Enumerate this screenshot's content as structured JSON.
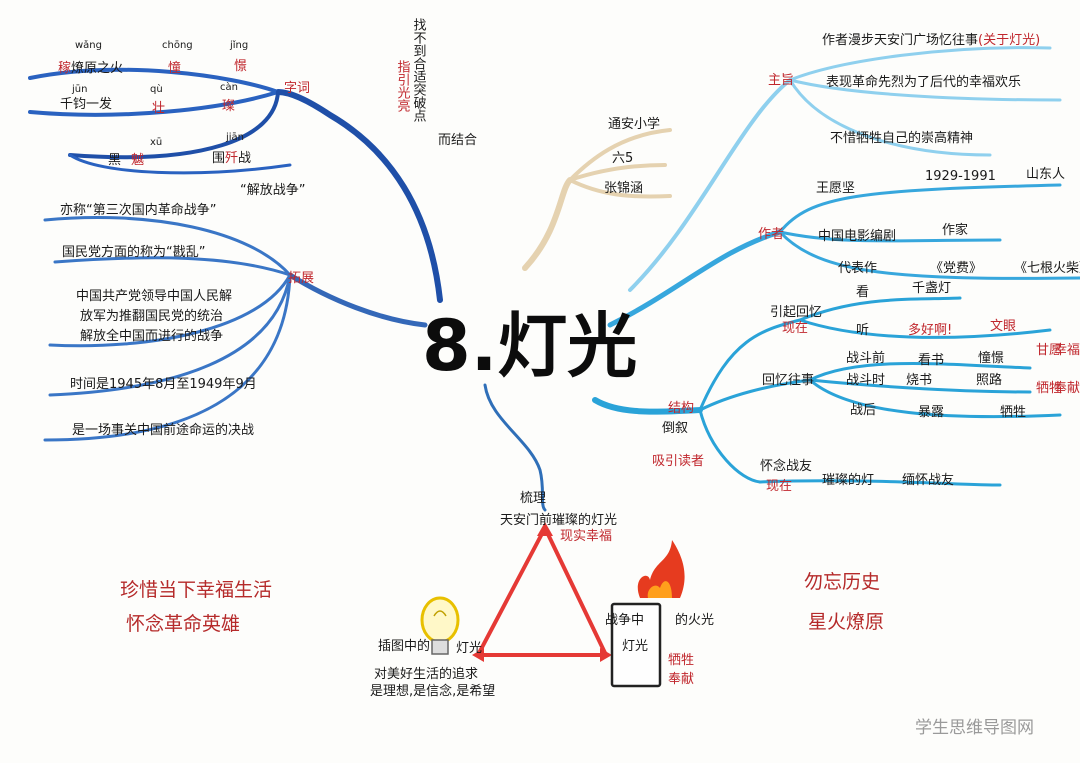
{
  "title": "8.灯光",
  "colors": {
    "dark_blue": "#1f4fa8",
    "mid_blue": "#2f72c4",
    "light_blue": "#36a9dc",
    "cyan": "#3fb8e6",
    "beige": "#e8d6b5",
    "red": "#e53935"
  },
  "vocab": {
    "label": "字词",
    "note_top": "找不到合适突破点",
    "note_sub": "指引光亮",
    "note_tail": "而结合",
    "w1": "稼",
    "w1_rest": "燎原之火",
    "w1_py": "wǎng",
    "w2": "憧",
    "w2_py": "chōng",
    "w3": "憬",
    "w3_py": "jǐng",
    "w4_pre": "千钧一发",
    "w4_py": "jūn",
    "w5": "壮",
    "w5_py": "qù",
    "w6": "璨",
    "w6_py": "càn",
    "w7_pre": "黑",
    "w7": "魆",
    "w7_py": "xū",
    "w8_pre": "围",
    "w8": "歼",
    "w8_rest": "战",
    "w8_py": "jiān",
    "extra": "“解放战争”"
  },
  "expand": {
    "label": "拓展",
    "items": [
      "亦称“第三次国内革命战争”",
      "国民党方面的称为“戡乱”",
      "中国共产党领导中国人民解",
      "放军为推翻国民党的统治",
      "解放全中国而进行的战争",
      "时间是1945年8月至1949年9月",
      "是一场事关中国前途命运的决战"
    ]
  },
  "source": {
    "items": [
      "通安小学",
      "六5",
      "张锦涵"
    ]
  },
  "theme": {
    "label": "主旨",
    "lines": [
      "作者漫步天安门广场忆往事",
      "(关于灯光)",
      "表现革命先烈为了后代的幸福欢乐",
      "不惜牺牲自己的崇高精神"
    ]
  },
  "author": {
    "label": "作者",
    "name": "王愿坚",
    "years": "1929-1991",
    "origin": "山东人",
    "job1": "中国电影编剧",
    "job2": "作家",
    "works_label": "代表作",
    "work1": "《党费》",
    "work2": "《七根火柴》"
  },
  "structure": {
    "label": "结构",
    "flashback": "倒叙",
    "flashback_note": "吸引读者",
    "now1_label": "引起回忆",
    "now1_tag": "现在",
    "see": "看",
    "see_obj": "千盏灯",
    "hear": "听",
    "hear_obj": "多好啊!",
    "hear_obj2": "文眼",
    "memory_label": "回忆往事",
    "before": "战斗前",
    "before_act": "看书",
    "before_res": "憧憬",
    "during": "战斗时",
    "during_act": "烧书",
    "during_res": "照路",
    "after": "战后",
    "after_act": "暴露",
    "after_res": "牺牲",
    "side_note1": "甘愿",
    "side_note2": "牺牲",
    "side_note3": "奉献",
    "side_note4": "幸福",
    "miss_label": "怀念战友",
    "miss_tag": "现在",
    "miss_act": "璀璨的灯",
    "miss_res": "缅怀战友"
  },
  "triangle": {
    "top_label": "梳理",
    "top_text": "天安门前璀璨的灯光",
    "top_tag": "现实幸福",
    "left_text": "插图中的",
    "left_text2": "灯光",
    "left_desc1": "对美好生活的追求",
    "left_desc2": "是理想,是信念,是希望",
    "right_text": "战争中",
    "right_text2": "的火光",
    "right_box": "灯光",
    "right_tag1": "牺牲",
    "right_tag2": "奉献"
  },
  "quotes": {
    "left1": "珍惜当下幸福生活",
    "left2": "怀念革命英雄",
    "right1": "勿忘历史",
    "right2": "星火燎原"
  },
  "watermark": "学生思维导图网"
}
